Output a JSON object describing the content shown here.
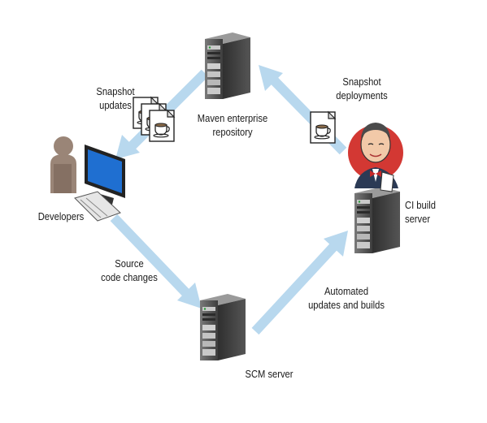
{
  "nodes": {
    "maven": {
      "label": "Maven enterprise\nrepository"
    },
    "developers": {
      "label": "Developers"
    },
    "ci": {
      "label": "CI build\nserver"
    },
    "scm": {
      "label": "SCM server"
    }
  },
  "edges": {
    "snapshot_updates": {
      "label": "Snapshot\nupdates"
    },
    "snapshot_deployments": {
      "label": "Snapshot\ndeployments"
    },
    "source_changes": {
      "label": "Source\ncode changes"
    },
    "automated": {
      "label": "Automated\nupdates and builds"
    }
  },
  "colors": {
    "arrow": "#b8d8ee",
    "server_dark": "#4a4a4a",
    "server_light": "#8a8a8a",
    "monitor_screen": "#1f6fd1",
    "person": "#9a8577",
    "jenkins_red": "#d33833"
  }
}
